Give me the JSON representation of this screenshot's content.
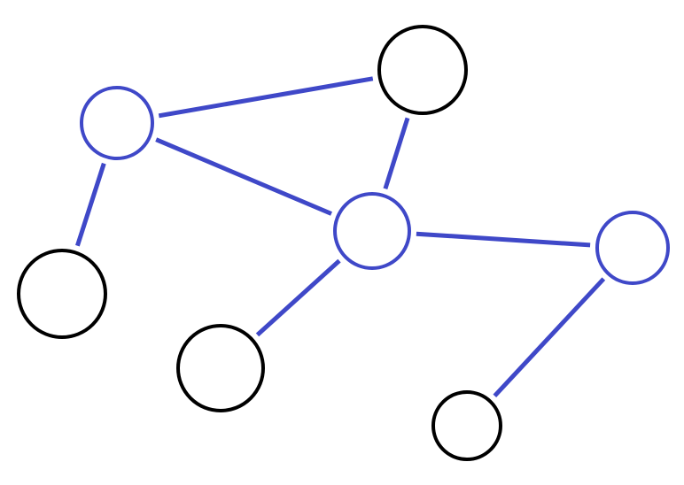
{
  "diagram": {
    "colors": {
      "highlight": "#3f48c8",
      "default": "#000000",
      "background": "#ffffff"
    },
    "nodes": [
      {
        "id": "n1",
        "highlighted": true
      },
      {
        "id": "n2",
        "highlighted": false
      },
      {
        "id": "n3",
        "highlighted": true
      },
      {
        "id": "n4",
        "highlighted": false
      },
      {
        "id": "n5",
        "highlighted": true
      },
      {
        "id": "n6",
        "highlighted": false
      },
      {
        "id": "n7",
        "highlighted": false
      }
    ],
    "edges": [
      {
        "from": "n1",
        "to": "n2"
      },
      {
        "from": "n1",
        "to": "n3"
      },
      {
        "from": "n1",
        "to": "n4"
      },
      {
        "from": "n2",
        "to": "n3"
      },
      {
        "from": "n3",
        "to": "n5"
      },
      {
        "from": "n3",
        "to": "n6"
      },
      {
        "from": "n5",
        "to": "n7"
      }
    ]
  }
}
